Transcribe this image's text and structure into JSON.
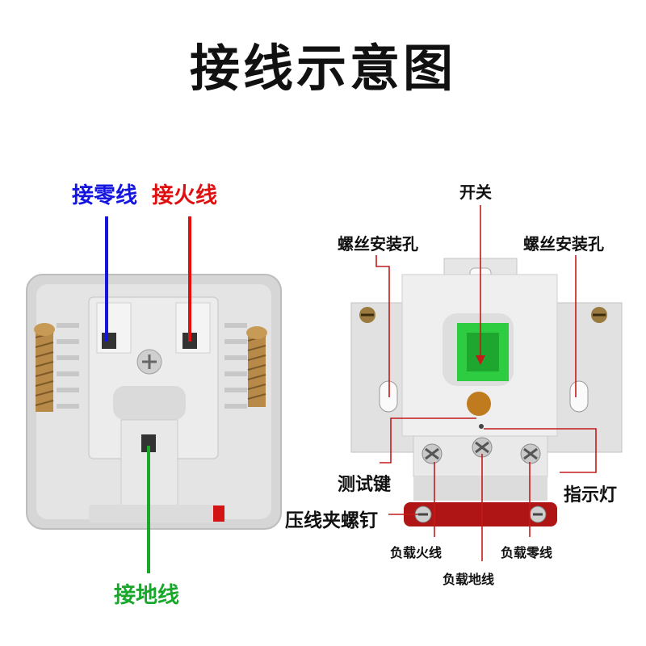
{
  "title": "接线示意图",
  "colors": {
    "neutral": "#1515e0",
    "live": "#e01010",
    "earth": "#1aa82c",
    "leader": "#c41a1a",
    "accent_dot": "#d81f1f"
  },
  "left_labels": {
    "neutral": "接零线",
    "live": "接火线",
    "earth": "接地线"
  },
  "right_labels": {
    "switch": "开关",
    "screw_hole_left": "螺丝安装孔",
    "screw_hole_right": "螺丝安装孔",
    "test_key": "测试键",
    "indicator": "指示灯",
    "clamp_screw": "压线夹螺钉",
    "load_live": "负载火线",
    "load_neutral": "负载零线",
    "load_earth": "负载地线"
  }
}
